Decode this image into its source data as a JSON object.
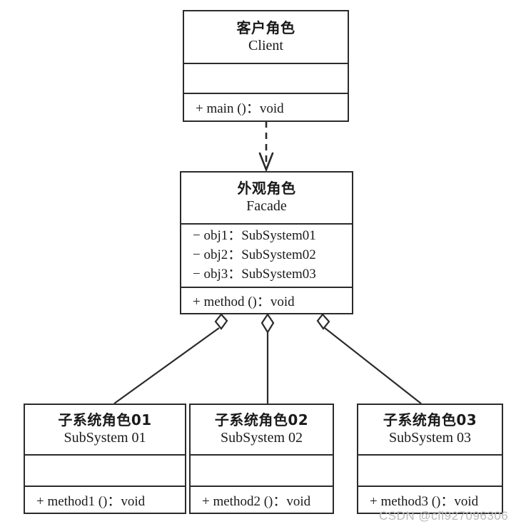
{
  "diagram": {
    "title": "Facade Pattern UML Class Diagram",
    "stroke_color": "#2b2b2b",
    "background": "#ffffff"
  },
  "classes": {
    "client": {
      "cn_name": "客户角色",
      "en_name": "Client",
      "attributes": [],
      "operations": [
        "+ main ()：void"
      ]
    },
    "facade": {
      "cn_name": "外观角色",
      "en_name": "Facade",
      "attributes": [
        "− obj1：SubSystem01",
        "− obj2：SubSystem02",
        "− obj3：SubSystem03"
      ],
      "operations": [
        "+ method ()：void"
      ]
    },
    "subsystem01": {
      "cn_name": "子系统角色01",
      "en_name": "SubSystem 01",
      "attributes": [],
      "operations": [
        "+ method1 ()：void"
      ]
    },
    "subsystem02": {
      "cn_name": "子系统角色02",
      "en_name": "SubSystem 02",
      "attributes": [],
      "operations": [
        "+ method2 ()：void"
      ]
    },
    "subsystem03": {
      "cn_name": "子系统角色03",
      "en_name": "SubSystem 03",
      "attributes": [],
      "operations": [
        "+ method3 ()：void"
      ]
    }
  },
  "relations": [
    {
      "name": "dependency-client-facade",
      "type": "dependency",
      "from": "client",
      "to": "facade",
      "line": "dashed",
      "arrow": "open"
    },
    {
      "name": "aggregation-facade-subsystem01",
      "type": "aggregation",
      "from": "facade",
      "to": "subsystem01",
      "line": "solid",
      "arrow": "hollow-diamond"
    },
    {
      "name": "aggregation-facade-subsystem02",
      "type": "aggregation",
      "from": "facade",
      "to": "subsystem02",
      "line": "solid",
      "arrow": "hollow-diamond"
    },
    {
      "name": "aggregation-facade-subsystem03",
      "type": "aggregation",
      "from": "facade",
      "to": "subsystem03",
      "line": "solid",
      "arrow": "hollow-diamond"
    }
  ],
  "watermark": {
    "text": "CSDN @cfl927096306"
  }
}
